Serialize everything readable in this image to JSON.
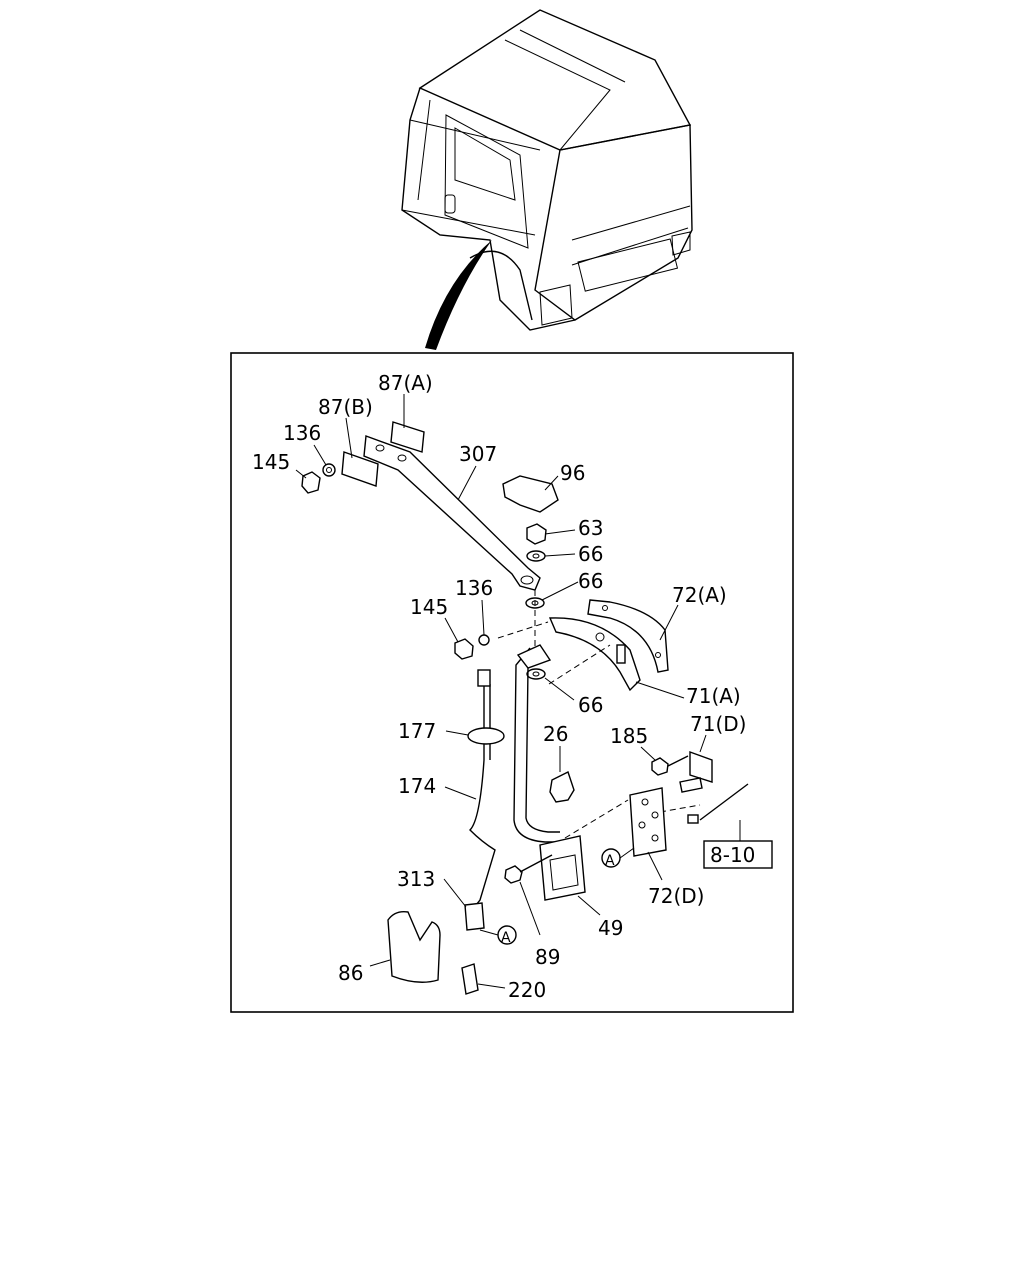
{
  "labels": {
    "p87a": "87(A)",
    "p87b": "87(B)",
    "p136a": "136",
    "p145a": "145",
    "p307": "307",
    "p96": "96",
    "p63": "63",
    "p66a": "66",
    "p66b": "66",
    "p66c": "66",
    "p72a": "72(A)",
    "p136b": "136",
    "p145b": "145",
    "p71a": "71(A)",
    "p177": "177",
    "p26": "26",
    "p185": "185",
    "p71d": "71(D)",
    "p174": "174",
    "p810": "8-10",
    "p313": "313",
    "pA1": "A",
    "pA2": "A",
    "p72d": "72(D)",
    "p49": "49",
    "p89": "89",
    "p86": "86",
    "p220": "220"
  }
}
